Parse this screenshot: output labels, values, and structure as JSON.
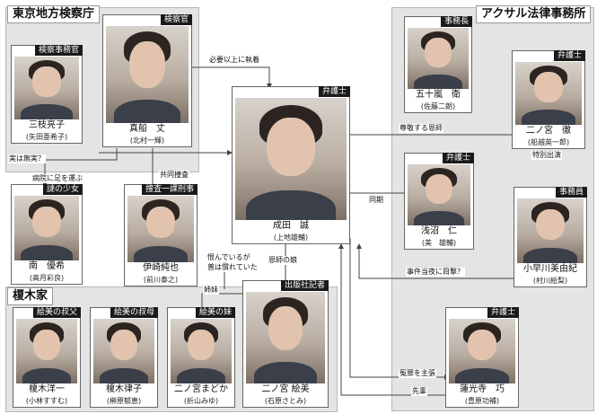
{
  "groups": {
    "prosecutors": "東京地方検察庁",
    "law_firm": "アクサル法律事務所",
    "family": "榎木家"
  },
  "people": {
    "sanjo": {
      "role": "検察事務官",
      "name": "三枝亮子",
      "actor": "(矢田亜希子)"
    },
    "mafune": {
      "role": "検察官",
      "name": "真船　丈",
      "actor": "(北村一輝)"
    },
    "minami": {
      "role": "謎の少女",
      "name": "南　優希",
      "actor": "(高月彩良)"
    },
    "isaki": {
      "role": "捜査一課刑事",
      "name": "伊崎純也",
      "actor": "(前川泰之)"
    },
    "naruta": {
      "role": "弁護士",
      "name": "成田　誠",
      "actor": "(上地雄輔)"
    },
    "igarashi": {
      "role": "事務長",
      "name": "五十嵐　衛",
      "actor": "(佐藤二朗)"
    },
    "ninomiya_t": {
      "role": "弁護士",
      "name": "二ノ宮　徹",
      "actor": "(船越英一郎)"
    },
    "asanuma": {
      "role": "弁護士",
      "name": "浅沼　仁",
      "actor": "(美　雄輔)"
    },
    "kobayakawa": {
      "role": "事務員",
      "name": "小早川美由紀",
      "actor": "(村川絵梨)"
    },
    "renkoji": {
      "role": "弁護士",
      "name": "蓮光寺　巧",
      "actor": "(豊原功補)"
    },
    "enoki_y": {
      "role": "絵美の叔父",
      "name": "榎木洋一",
      "actor": "(小林すすむ)"
    },
    "enoki_r": {
      "role": "絵美の叔母",
      "name": "榎木律子",
      "actor": "(榊原郁恵)"
    },
    "ninomiya_m": {
      "role": "絵美の妹",
      "name": "二ノ宮まどか",
      "actor": "(折山みゆ)"
    },
    "ninomiya_e": {
      "role": "出版社記者",
      "name": "二ノ宮 絵美",
      "actor": "(石原さとみ)"
    }
  },
  "edges": {
    "e1": "必要以上に執着",
    "e2": "実は無実？",
    "e3": "病院に足を運ぶ",
    "e4": "共同捜査",
    "e5": "尊敬する恩師",
    "e6": "特別出演",
    "e7": "同期",
    "e8": "事件当夜に目撃？",
    "e9": "恨んでいるが",
    "e10": "普は慣れていた",
    "e11": "恩師の娘",
    "e12": "姉妹",
    "e13": "冤罪を主張",
    "e14": "先輩"
  }
}
